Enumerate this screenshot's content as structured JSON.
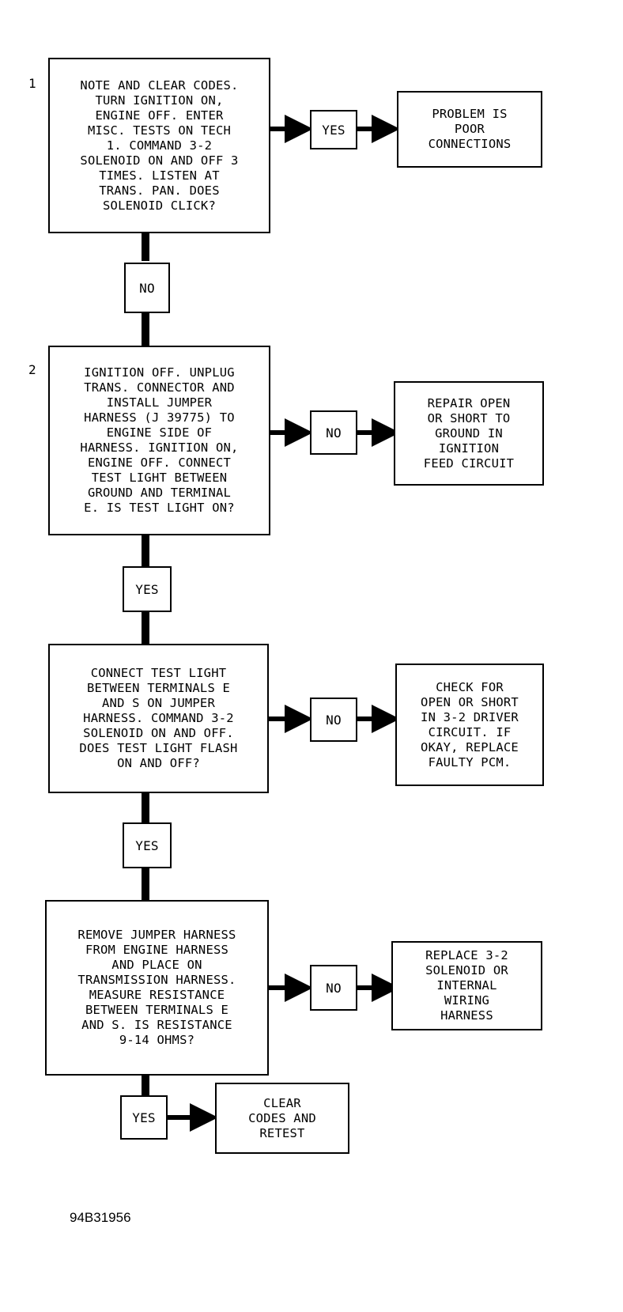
{
  "steps": [
    {
      "number": "1",
      "question": "NOTE AND CLEAR CODES.\nTURN IGNITION ON,\nENGINE OFF. ENTER\nMISC. TESTS ON TECH\n1. COMMAND 3-2\nSOLENOID ON AND OFF 3\nTIMES. LISTEN AT\nTRANS. PAN. DOES\nSOLENOID CLICK?",
      "side_branch": "YES",
      "side_result": "PROBLEM IS\nPOOR\nCONNECTIONS",
      "down_branch": "NO"
    },
    {
      "number": "2",
      "question": "IGNITION OFF. UNPLUG\nTRANS. CONNECTOR AND\nINSTALL JUMPER\nHARNESS (J 39775) TO\nENGINE SIDE OF\nHARNESS. IGNITION ON,\nENGINE OFF. CONNECT\nTEST LIGHT BETWEEN\nGROUND AND TERMINAL\nE. IS TEST LIGHT ON?",
      "side_branch": "NO",
      "side_result": "REPAIR OPEN\nOR SHORT TO\nGROUND IN\nIGNITION\nFEED CIRCUIT",
      "down_branch": "YES"
    },
    {
      "number": "",
      "question": "CONNECT TEST LIGHT\nBETWEEN TERMINALS E\nAND S ON JUMPER\nHARNESS. COMMAND 3-2\nSOLENOID ON AND OFF.\nDOES TEST LIGHT FLASH\nON AND OFF?",
      "side_branch": "NO",
      "side_result": "CHECK FOR\nOPEN OR SHORT\nIN 3-2 DRIVER\nCIRCUIT. IF\nOKAY, REPLACE\nFAULTY PCM.",
      "down_branch": "YES"
    },
    {
      "number": "",
      "question": "REMOVE JUMPER HARNESS\nFROM ENGINE HARNESS\nAND PLACE ON\nTRANSMISSION HARNESS.\nMEASURE RESISTANCE\nBETWEEN TERMINALS E\nAND S. IS RESISTANCE\n9-14 OHMS?",
      "side_branch": "NO",
      "side_result": "REPLACE 3-2\nSOLENOID OR\nINTERNAL\nWIRING\nHARNESS",
      "down_branch": "YES"
    }
  ],
  "final_result": "CLEAR\nCODES AND\nRETEST",
  "figure_id": "94B31956"
}
